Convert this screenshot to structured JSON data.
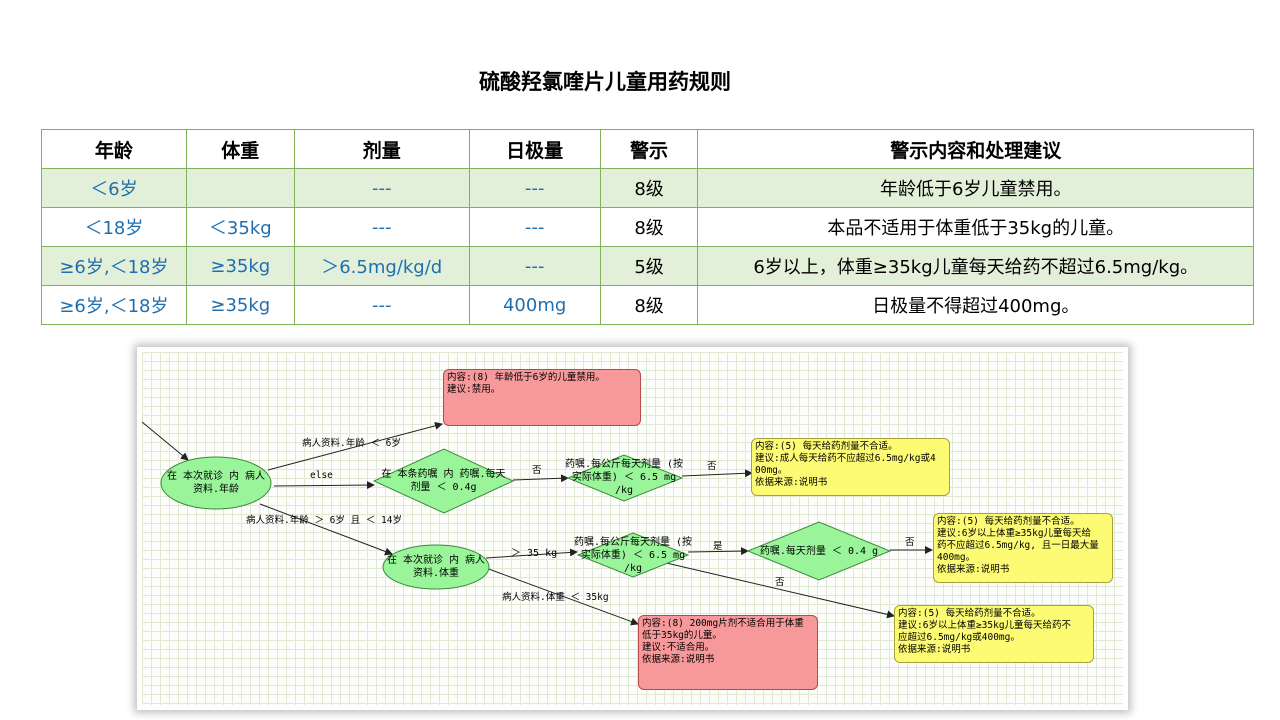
{
  "title": "硫酸羟氯喹片儿童用药规则",
  "table": {
    "headers": [
      "年龄",
      "体重",
      "剂量",
      "日极量",
      "警示",
      "警示内容和处理建议"
    ],
    "rows": [
      [
        "＜6岁",
        "",
        "---",
        "---",
        "8级",
        "年龄低于6岁儿童禁用。"
      ],
      [
        "＜18岁",
        "＜35kg",
        "---",
        "---",
        "8级",
        "本品不适用于体重低于35kg的儿童。"
      ],
      [
        "≥6岁,＜18岁",
        "≥35kg",
        "＞6.5mg/kg/d",
        "---",
        "5级",
        "6岁以上，体重≥35kg儿童每天给药不超过6.5mg/kg。"
      ],
      [
        "≥6岁,＜18岁",
        "≥35kg",
        "---",
        "400mg",
        "8级",
        "日极量不得超过400mg。"
      ]
    ]
  },
  "diagram": {
    "nodes": {
      "age_node": "在 本次就诊 内 病人\n资料.年龄",
      "dose_node": "在 本条药嘱 内 药嘱.每天\n剂量 ＜ 0.4g",
      "perkg_node_1": "药嘱.每公斤每天剂量\n(按实际体重) ＜ 6.5\nmg /kg",
      "weight_node": "在 本次就诊 内 病人\n资料.体重",
      "perkg_node_2": "药嘱.每公斤每天剂量\n(按实际体重) ＜ 6.5\nmg /kg",
      "daily_node": "药嘱.每天剂量 ＜ 0.4 g"
    },
    "boxes": {
      "box_age_ban": "内容:(8) 年龄低于6岁的儿童禁用。\n建议:禁用。",
      "box_dose_1": "内容:(5) 每天给药剂量不合适。\n建议:成人每天给药不应超过6.5mg/kg或4\n00mg。\n依据来源:说明书",
      "box_dose_2": "内容:(5) 每天给药剂量不合适。\n建议:6岁以上体重≥35kg儿童每天给\n药不应超过6.5mg/kg, 且一日最大量\n400mg。\n依据来源:说明书",
      "box_dose_3": "内容:(5) 每天给药剂量不合适。\n建议:6岁以上体重≥35kg儿童每天给药不\n应超过6.5mg/kg或400mg。\n依据来源:说明书",
      "box_weight_ban": "内容:(8) 200mg片剂不适合用于体重\n低于35kg的儿童。\n建议:不适合用。\n依据来源:说明书"
    },
    "edge_labels": {
      "age_lt6": "病人资料.年龄 ＜ 6岁",
      "else": "else",
      "age_range": "病人资料.年龄 ＞ 6岁 且 ＜ 14岁",
      "no_1": "否",
      "no_2": "否",
      "gt35": "＞ 35 kg",
      "yes": "是",
      "no_3": "否",
      "no_4": "否",
      "wt_lt35": "病人资料.体重 ＜ 35kg"
    },
    "colors": {
      "oval": "#9af59a",
      "diamond": "#9af59a",
      "red_box": "#f7999b",
      "yellow_box": "#fdfb73"
    }
  }
}
